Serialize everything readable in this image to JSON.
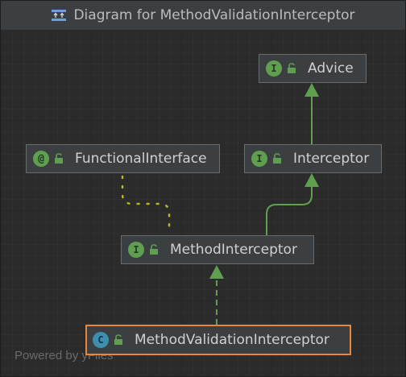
{
  "window": {
    "title": "Diagram for MethodValidationInterceptor"
  },
  "nodes": [
    {
      "id": "advice",
      "label": "Advice",
      "kind": "interface",
      "badge": "I"
    },
    {
      "id": "functional",
      "label": "FunctionalInterface",
      "kind": "annotation",
      "badge": "@"
    },
    {
      "id": "interceptor",
      "label": "Interceptor",
      "kind": "interface",
      "badge": "I"
    },
    {
      "id": "methodinterceptor",
      "label": "MethodInterceptor",
      "kind": "interface",
      "badge": "I"
    },
    {
      "id": "mvi",
      "label": "MethodValidationInterceptor",
      "kind": "class",
      "badge": "C",
      "selected": true
    }
  ],
  "edges": [
    {
      "from": "interceptor",
      "to": "advice",
      "type": "extends"
    },
    {
      "from": "methodinterceptor",
      "to": "interceptor",
      "type": "extends"
    },
    {
      "from": "methodinterceptor",
      "to": "functional",
      "type": "annotated-by"
    },
    {
      "from": "mvi",
      "to": "methodinterceptor",
      "type": "implements"
    }
  ],
  "footer": {
    "powered_by": "Powered by yFiles"
  },
  "colors": {
    "background": "#2b2b2b",
    "node_fill": "#3c3f41",
    "node_border": "#6b6b6b",
    "selected_border": "#e8873a",
    "edge_green": "#5f9f4f",
    "annotation_dots": "#b5b520"
  }
}
